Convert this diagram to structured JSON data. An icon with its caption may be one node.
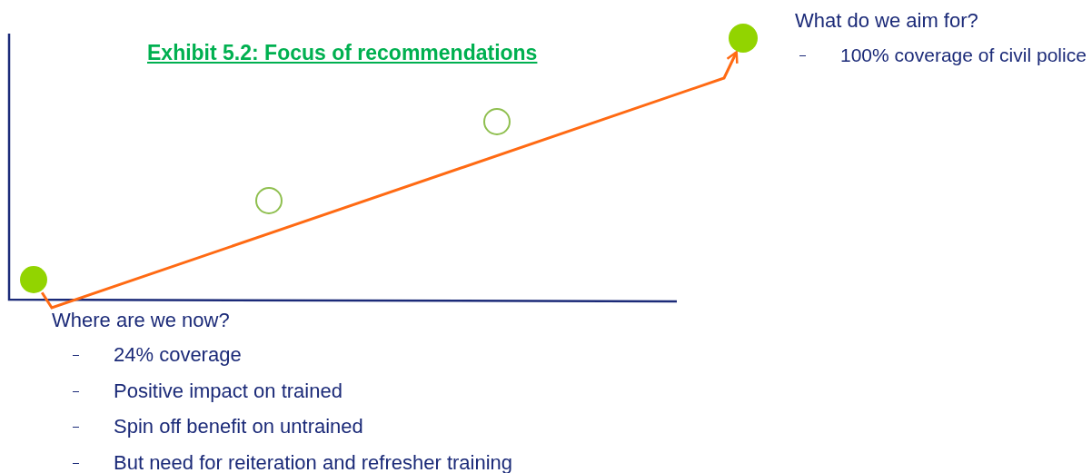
{
  "diagram": {
    "title": "Exhibit 5.2: Focus of recommendations",
    "nodes": [
      {
        "text": [],
        "shape": "circle"
      },
      {
        "text": [],
        "shape": "circle"
      },
      {
        "text": [],
        "shape": "circle"
      },
      {
        "text": [],
        "shape": "circle"
      },
      {
        "text": [
          "What do we aim for?",
          "100% coverage of civil police"
        ]
      },
      {
        "text": [
          "Where are we now?",
          "24% coverage",
          "Positive impact on trained",
          "Spin off benefit on untrained",
          "But need for reiteration and refresher training"
        ]
      }
    ],
    "edges": [
      {
        "from": 0,
        "to": 3,
        "arrow": "to",
        "color": "#ff6a13"
      }
    ]
  }
}
